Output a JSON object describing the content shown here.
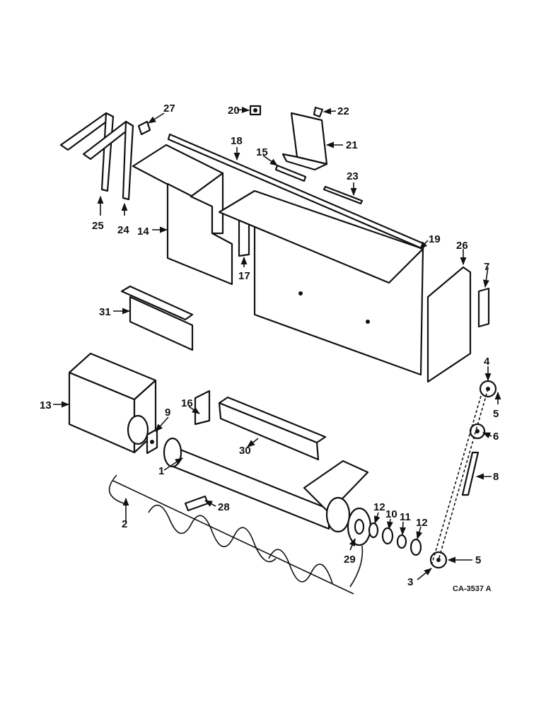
{
  "figure_code": "CA-3537 A",
  "callouts": {
    "c1": "1",
    "c2": "2",
    "c3": "3",
    "c4": "4",
    "c5a": "5",
    "c5b": "5",
    "c6": "6",
    "c7": "7",
    "c8": "8",
    "c9": "9",
    "c10": "10",
    "c11": "11",
    "c12a": "12",
    "c12b": "12",
    "c13": "13",
    "c14": "14",
    "c15": "15",
    "c16": "16",
    "c17": "17",
    "c18": "18",
    "c19": "19",
    "c20": "20",
    "c21": "21",
    "c22": "22",
    "c23": "23",
    "c24": "24",
    "c25": "25",
    "c26": "26",
    "c27": "27",
    "c28": "28",
    "c29": "29",
    "c30": "30",
    "c31": "31"
  }
}
